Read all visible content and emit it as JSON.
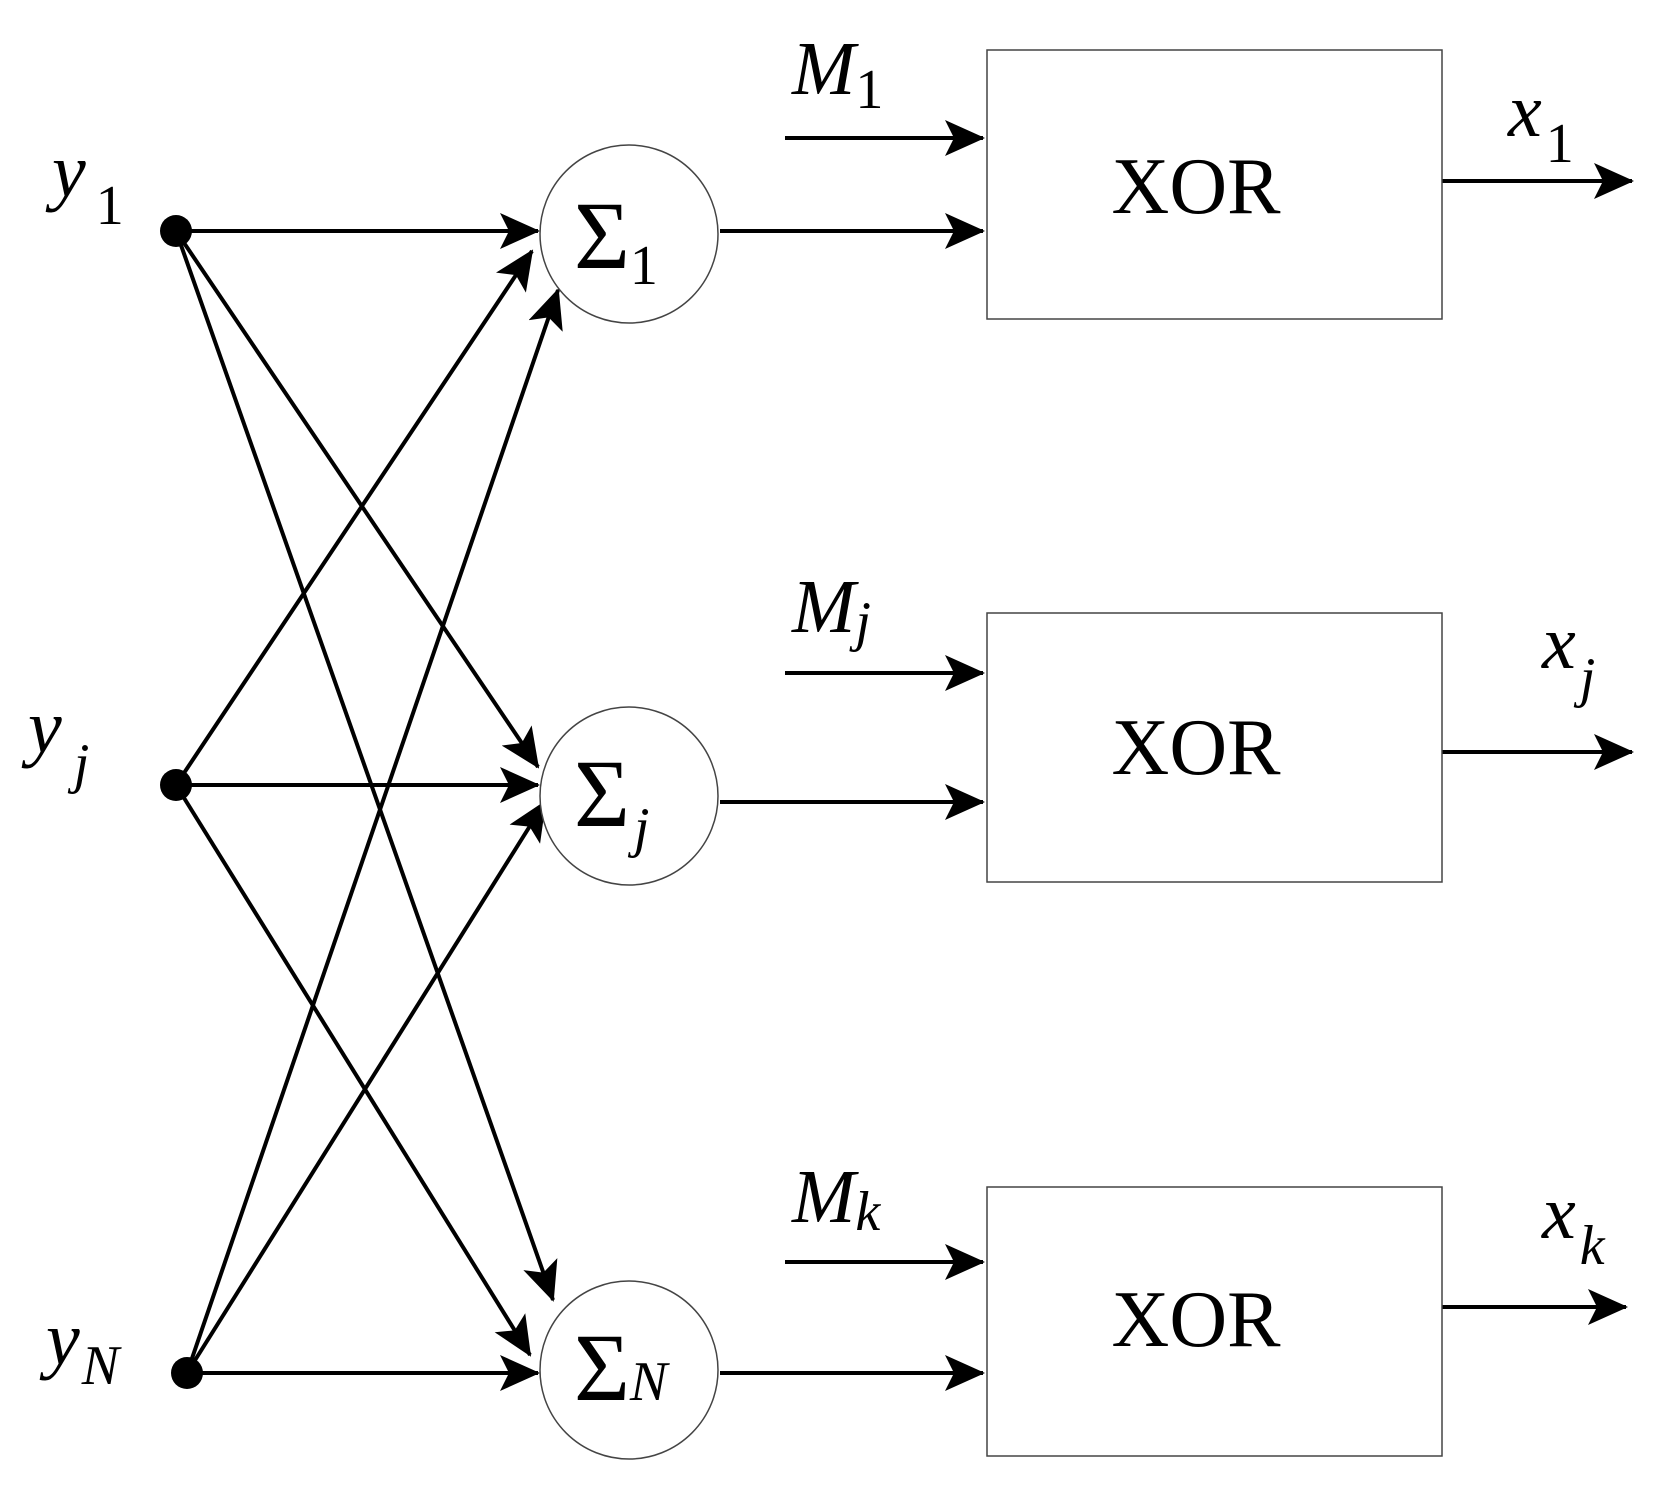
{
  "inputs": [
    {
      "main": "y",
      "sub": "1"
    },
    {
      "main": "y",
      "sub": "j"
    },
    {
      "main": "y",
      "sub": "N"
    }
  ],
  "summers": [
    {
      "symbol": "Σ",
      "sub": "1"
    },
    {
      "symbol": "Σ",
      "sub": "j"
    },
    {
      "symbol": "Σ",
      "sub": "N"
    }
  ],
  "masks": [
    {
      "main": "M",
      "sub": "1"
    },
    {
      "main": "M",
      "sub": "j"
    },
    {
      "main": "M",
      "sub": "k"
    }
  ],
  "gates": [
    {
      "label": "XOR"
    },
    {
      "label": "XOR"
    },
    {
      "label": "XOR"
    }
  ],
  "outputs": [
    {
      "main": "x",
      "sub": "1"
    },
    {
      "main": "x",
      "sub": "j"
    },
    {
      "main": "x",
      "sub": "k"
    }
  ]
}
